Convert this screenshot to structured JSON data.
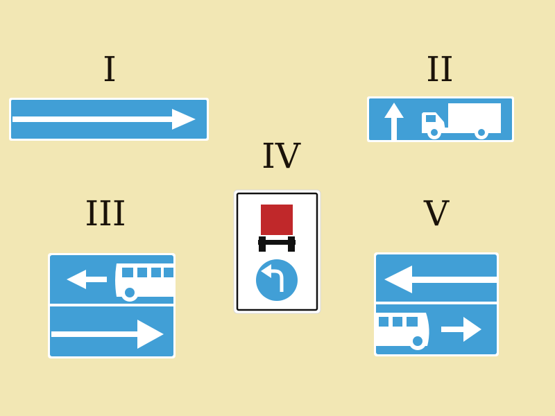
{
  "signs": [
    {
      "label": "I",
      "depicts": [
        "straight-arrow-right"
      ]
    },
    {
      "label": "II",
      "depicts": [
        "arrow-up",
        "truck"
      ]
    },
    {
      "label": "III",
      "depicts": [
        "arrow-left",
        "bus",
        "arrow-right"
      ]
    },
    {
      "label": "IV",
      "depicts": [
        "red-cargo-truck",
        "turn-left-arrow"
      ]
    },
    {
      "label": "V",
      "depicts": [
        "arrow-left",
        "bus",
        "arrow-right"
      ]
    }
  ],
  "colors": {
    "background": "#f2e7b4",
    "sign_blue": "#419fd6",
    "sign_white": "#ffffff",
    "cargo_red": "#c0282a",
    "label_text": "#1a1209"
  }
}
